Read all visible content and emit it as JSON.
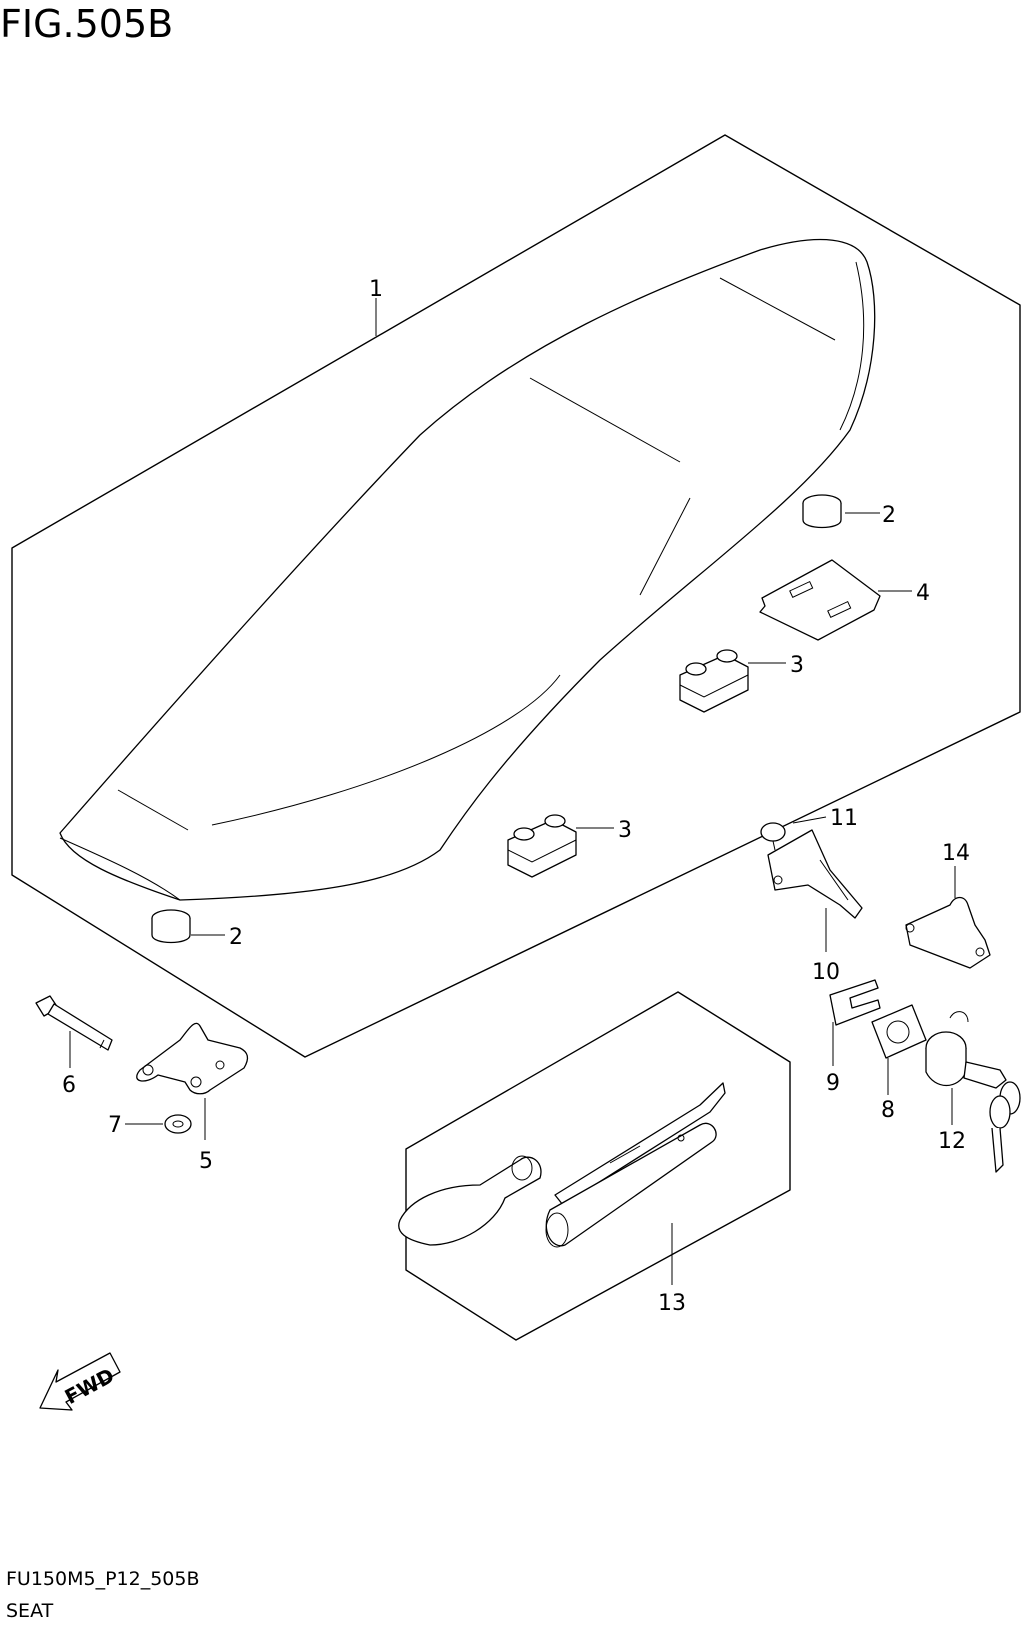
{
  "figure": {
    "title": "FIG.505B",
    "code": "FU150M5_P12_505B",
    "subtitle": "SEAT",
    "direction_label": "FWD"
  },
  "callouts": [
    {
      "id": "1",
      "label": "1"
    },
    {
      "id": "2a",
      "label": "2"
    },
    {
      "id": "2b",
      "label": "2"
    },
    {
      "id": "3a",
      "label": "3"
    },
    {
      "id": "3b",
      "label": "3"
    },
    {
      "id": "4",
      "label": "4"
    },
    {
      "id": "5",
      "label": "5"
    },
    {
      "id": "6",
      "label": "6"
    },
    {
      "id": "7",
      "label": "7"
    },
    {
      "id": "8",
      "label": "8"
    },
    {
      "id": "9",
      "label": "9"
    },
    {
      "id": "10",
      "label": "10"
    },
    {
      "id": "11",
      "label": "11"
    },
    {
      "id": "12",
      "label": "12"
    },
    {
      "id": "13",
      "label": "13"
    },
    {
      "id": "14",
      "label": "14"
    }
  ]
}
